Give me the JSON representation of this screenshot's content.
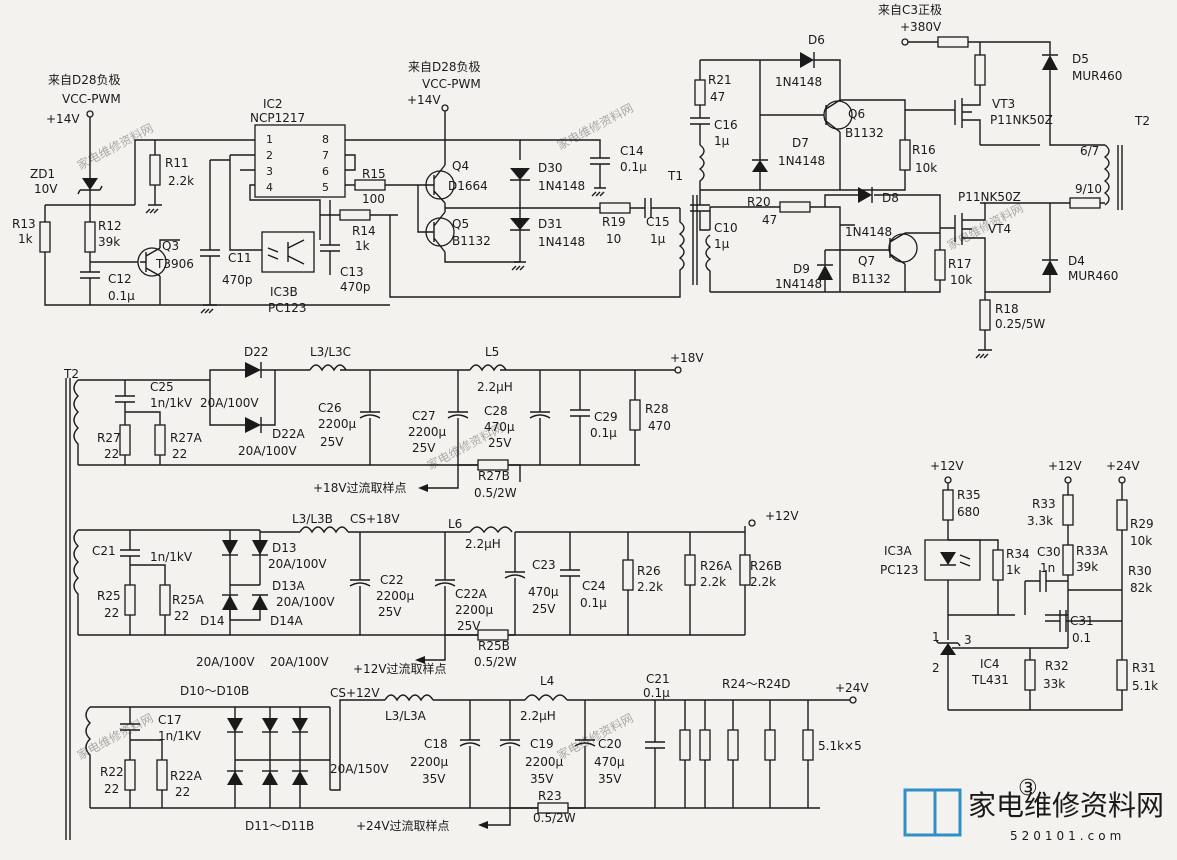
{
  "top": {
    "from_d28_left": "来自D28负极",
    "vcc_pwm_left": "VCC-PWM",
    "v14_left": "+14V",
    "from_d28_mid": "来自D28负极",
    "vcc_pwm_mid": "VCC-PWM",
    "v14_mid": "+14V",
    "from_c3": "来自C3正极",
    "v380": "+380V"
  },
  "components": {
    "ZD1": "ZD1",
    "ZD1_v": "10V",
    "R13": "R13",
    "R13_v": "1k",
    "R12": "R12",
    "R12_v": "39k",
    "Q3": "Q3",
    "Q3_v": "T3906",
    "C12": "C12",
    "C12_v": "0.1μ",
    "R11": "R11",
    "R11_v": "2.2k",
    "C11": "C11",
    "C11_v": "470p",
    "IC2": "IC2",
    "IC2_v": "NCP1217",
    "IC3B": "IC3B",
    "IC3B_v": "PC123",
    "R15": "R15",
    "R15_v": "100",
    "R14": "R14",
    "R14_v": "1k",
    "C13": "C13",
    "C13_v": "470p",
    "Q4": "Q4",
    "Q4_v": "D1664",
    "Q5": "Q5",
    "Q5_v": "B1132",
    "D30": "D30",
    "D30_v": "1N4148",
    "D31": "D31",
    "D31_v": "1N4148",
    "C14": "C14",
    "C14_v": "0.1μ",
    "R19": "R19",
    "R19_v": "10",
    "C15": "C15",
    "C15_v": "1μ",
    "T1": "T1",
    "R21": "R21",
    "R21_v": "47",
    "C16": "C16",
    "C16_v": "1μ",
    "D6": "D6",
    "D6_v": "1N4148",
    "Q6": "Q6",
    "Q6_v": "B1132",
    "D7": "D7",
    "D7_v": "1N4148",
    "R16": "R16",
    "R16_v": "10k",
    "VT3": "VT3",
    "VT3_v": "P11NK50Z",
    "D5": "D5",
    "D5_v": "MUR460",
    "T2": "T2",
    "T2_p1": "6/7",
    "T2_p2": "9/10",
    "C10": "C10",
    "C10_v": "1μ",
    "R20": "R20",
    "R20_v": "47",
    "D8": "D8",
    "D8_v": "1N4148",
    "VT4_type": "P11NK50Z",
    "VT4": "VT4",
    "D9": "D9",
    "D9_v": "1N4148",
    "Q7": "Q7",
    "Q7_v": "B1132",
    "R17": "R17",
    "R17_v": "10k",
    "D4": "D4",
    "D4_v": "MUR460",
    "R18": "R18",
    "R18_v": "0.25/5W"
  },
  "rail18": {
    "T2": "T2",
    "C25": "C25",
    "C25_v": "1n/1kV",
    "R27": "R27",
    "R27_v": "22",
    "R27A": "R27A",
    "R27A_v": "22",
    "D22": "D22",
    "D22_v": "20A/100V",
    "D22A": "D22A",
    "D22A_v": "20A/100V",
    "L3C": "L3/L3C",
    "C26": "C26",
    "C26_v1": "2200μ",
    "C26_v2": "25V",
    "C27": "C27",
    "C27_v1": "2200μ",
    "C27_v2": "25V",
    "L5": "L5",
    "L5_v": "2.2μH",
    "C28": "C28",
    "C28_v1": "470μ",
    "C28_v2": "25V",
    "C29": "C29",
    "C29_v": "0.1μ",
    "R28": "R28",
    "R28_v": "470",
    "out": "+18V",
    "R27B": "R27B",
    "R27B_v": "0.5/2W",
    "sample": "+18V过流取样点"
  },
  "rail12": {
    "C21": "C21",
    "C21_v": "1n/1kV",
    "R25": "R25",
    "R25_v": "22",
    "R25A": "R25A",
    "R25A_v": "22",
    "D13": "D13",
    "D13_v": "20A/100V",
    "D13A": "D13A",
    "D13A_v": "20A/100V",
    "D14": "D14",
    "D14_v": "20A/100V",
    "D14A": "D14A",
    "D14A_v": "20A/100V",
    "L3B": "L3/L3B",
    "cs": "CS+18V",
    "C22": "C22",
    "C22_v1": "2200μ",
    "C22_v2": "25V",
    "C22A": "C22A",
    "C22A_v1": "2200μ",
    "C22A_v2": "25V",
    "L6": "L6",
    "L6_v": "2.2μH",
    "C23": "C23",
    "C23_v1": "470μ",
    "C23_v2": "25V",
    "C24": "C24",
    "C24_v": "0.1μ",
    "R26": "R26",
    "R26_v": "2.2k",
    "R26A": "R26A",
    "R26A_v": "2.2k",
    "R26B": "R26B",
    "R26B_v": "2.2k",
    "out": "+12V",
    "R25B": "R25B",
    "R25B_v": "0.5/2W",
    "sample": "+12V过流取样点"
  },
  "rail24": {
    "D10": "D10～D10B",
    "D11": "D11～D11B",
    "dv": "20A/150V",
    "C17": "C17",
    "C17_v": "1n/1KV",
    "R22": "R22",
    "R22_v": "22",
    "R22A": "R22A",
    "R22A_v": "22",
    "L3A": "L3/L3A",
    "cs": "CS+12V",
    "C18": "C18",
    "C18_v1": "2200μ",
    "C18_v2": "35V",
    "C19": "C19",
    "C19_v1": "2200μ",
    "C19_v2": "35V",
    "L4": "L4",
    "L4_v": "2.2μH",
    "C20": "C20",
    "C20_v1": "470μ",
    "C20_v2": "35V",
    "C21b": "C21",
    "C21b_v": "0.1μ",
    "R24": "R24～R24D",
    "R24_v": "5.1k×5",
    "out": "+24V",
    "R23": "R23",
    "R23_v": "0.5/2W",
    "sample": "+24V过流取样点"
  },
  "fb": {
    "v12a": "+12V",
    "v12b": "+12V",
    "v24": "+24V",
    "R35": "R35",
    "R35_v": "680",
    "IC3A": "IC3A",
    "IC3A_v": "PC123",
    "R34": "R34",
    "R34_v": "1k",
    "R33": "R33",
    "R33_v": "3.3k",
    "C30": "C30",
    "C30_v": "1n",
    "R33A": "R33A",
    "R33A_v": "39k",
    "R29": "R29",
    "R29_v": "10k",
    "R30": "R30",
    "R30_v": "82k",
    "C31": "C31",
    "C31_v": "0.1",
    "IC4": "IC4",
    "IC4_v": "TL431",
    "pin1": "1",
    "pin2": "2",
    "pin3": "3",
    "R32": "R32",
    "R32_v": "33k",
    "R31": "R31",
    "R31_v": "5.1k"
  },
  "figure_no": "③",
  "logo": {
    "cn": "家电维修资料网",
    "url": "520101.com"
  },
  "watermark": "家电维修资料网"
}
